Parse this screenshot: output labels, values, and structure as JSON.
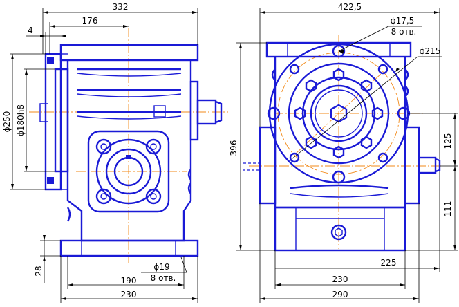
{
  "colors": {
    "outline": "#1a1ad6",
    "centerline": "#f28a1a",
    "dimension": "#000000"
  },
  "left_view": {
    "dim_total_height": "332",
    "dim_shaft_offset": "176",
    "dim_flange_thickness": "4",
    "dim_flange_diameter": "ϕ250",
    "dim_pilot_diameter": "ϕ180h8",
    "dim_base_thickness": "28",
    "dim_hole_diameter": "ϕ19",
    "dim_hole_count": "8 отв.",
    "dim_foot_span": "190",
    "dim_base_width": "230"
  },
  "right_view": {
    "dim_overall_width": "422,5",
    "dim_bolt_hole_diameter": "ϕ17,5",
    "dim_bolt_hole_count": "8 отв.",
    "dim_bolt_circle": "ϕ215",
    "dim_overall_height": "396",
    "dim_upper_axis": "125",
    "dim_lower_axis": "111",
    "dim_axis_offset": "225",
    "dim_foot_span": "230",
    "dim_base_length": "290"
  }
}
